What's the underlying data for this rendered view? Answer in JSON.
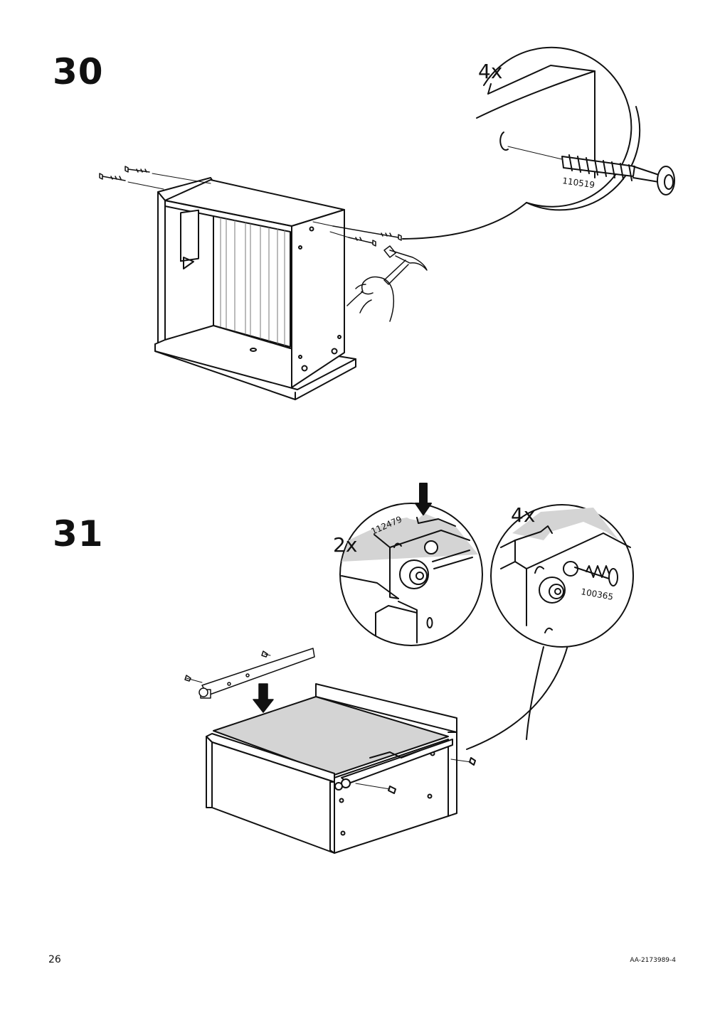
{
  "steps": [
    {
      "number": "30",
      "callouts": [
        {
          "quantity": "4x",
          "part_number": "110519"
        }
      ]
    },
    {
      "number": "31",
      "callouts": [
        {
          "quantity": "2x",
          "part_number": "112479"
        },
        {
          "quantity": "4x",
          "part_number": "100365"
        }
      ]
    }
  ],
  "footer": {
    "page_number": "26",
    "document_code": "AA-2173989-4"
  }
}
